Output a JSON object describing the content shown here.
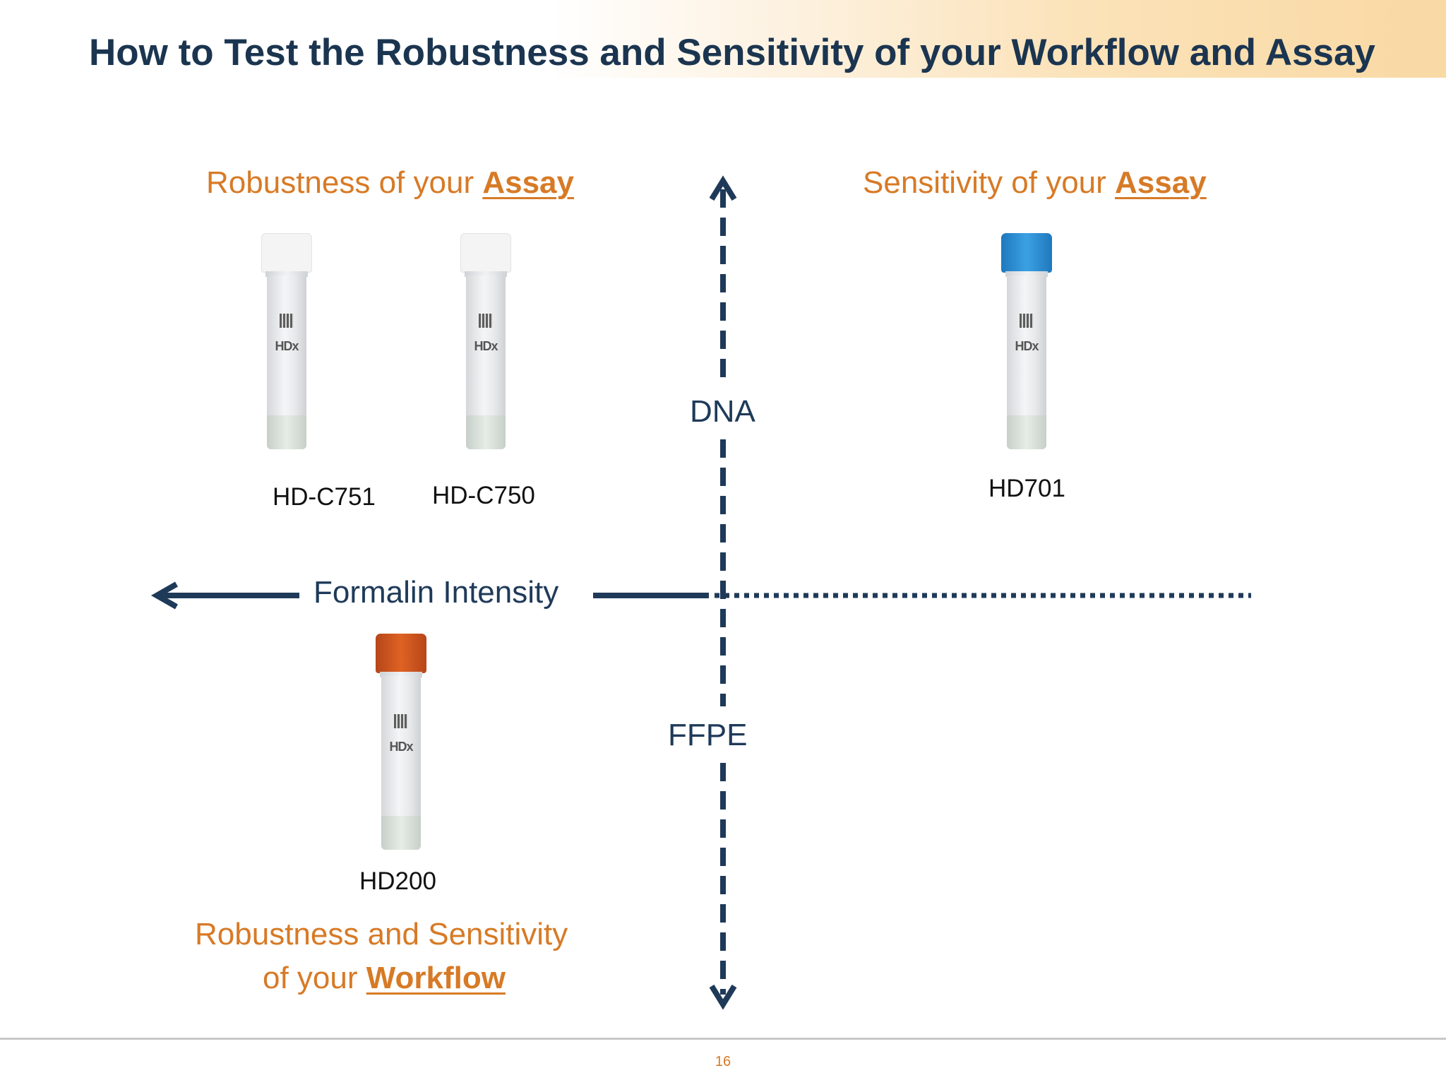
{
  "slide": {
    "title": "How to Test the Robustness and Sensitivity of your Workflow and Assay",
    "page_number": "16"
  },
  "quadrants": {
    "top_left": {
      "prefix": "Robustness of your ",
      "emphasis": "Assay"
    },
    "top_right": {
      "prefix": "Sensitivity of your ",
      "emphasis": "Assay"
    },
    "bottom_left": {
      "line1": "Robustness and Sensitivity",
      "line2_prefix": "of your ",
      "emphasis": "Workflow"
    }
  },
  "axes": {
    "horizontal_label": "Formalin Intensity",
    "vertical_top_label": "DNA",
    "vertical_bottom_label": "FFPE"
  },
  "products": [
    {
      "code": "HD-C751",
      "brand": "HDx",
      "cap_color": "#f4f4f4"
    },
    {
      "code": "HD-C750",
      "brand": "HDx",
      "cap_color": "#f4f4f4"
    },
    {
      "code": "HD701",
      "brand": "HDx",
      "cap_color": "#2b8fd6"
    },
    {
      "code": "HD200",
      "brand": "HDx",
      "cap_color": "#d2561a"
    }
  ],
  "colors": {
    "title": "#1b3550",
    "accent_orange": "#d77a26",
    "axis_navy": "#1f3a59"
  }
}
